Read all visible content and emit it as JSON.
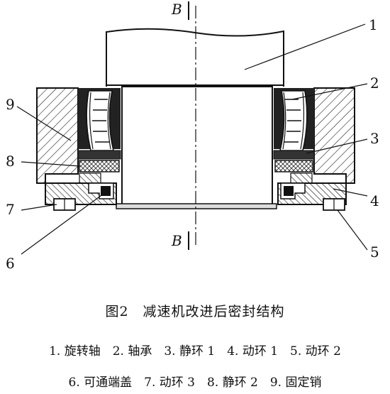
{
  "section_marks": {
    "top": "B",
    "bottom": "B"
  },
  "part_numbers": [
    "1",
    "2",
    "3",
    "4",
    "5",
    "6",
    "7",
    "8",
    "9"
  ],
  "caption": {
    "title": "图2　减速机改进后密封结构",
    "legend_line1": "1. 旋转轴　2. 轴承　3. 静环 1　4. 动环 1　5. 动环 2",
    "legend_line2": "6. 可通端盖　7. 动环 3　8. 静环 2　9. 固定销"
  }
}
